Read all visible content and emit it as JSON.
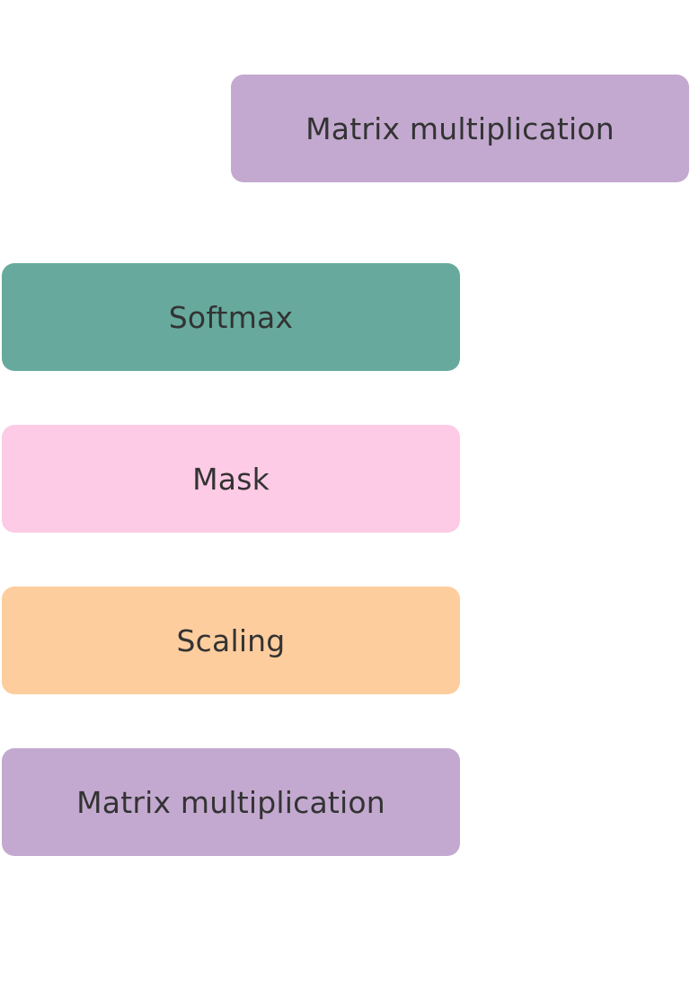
{
  "diagram": {
    "blocks": [
      {
        "id": "top-matmul",
        "label": "Matrix multiplication",
        "color": "#c3a9cf"
      },
      {
        "id": "softmax",
        "label": "Softmax",
        "color": "#67aa9d"
      },
      {
        "id": "mask",
        "label": "Mask",
        "color": "#fdcbe5"
      },
      {
        "id": "scaling",
        "label": "Scaling",
        "color": "#fecd9e"
      },
      {
        "id": "bottom-matmul",
        "label": "Matrix multiplication",
        "color": "#c3a9cf"
      }
    ]
  }
}
